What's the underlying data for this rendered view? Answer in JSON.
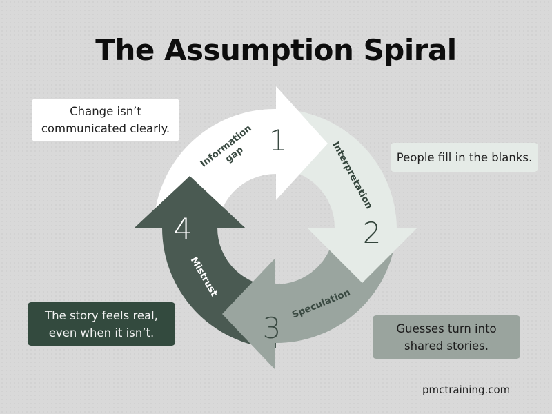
{
  "title": "The Assumption Spiral",
  "steps": [
    {
      "number": "1",
      "label_line1": "Information",
      "label_line2": "gap",
      "callout": "Change isn't communicated clearly.",
      "callout_line1": "Change isn’t",
      "callout_line2": "communicated clearly.",
      "color": "#ffffff",
      "text_color": "#3a4a42"
    },
    {
      "number": "2",
      "label_line1": "Interpretation",
      "callout": "People fill in the blanks.",
      "callout_line1": "People fill in the blanks.",
      "color": "#e5ebe7",
      "text_color": "#33443b"
    },
    {
      "number": "3",
      "label_line1": "Speculation",
      "callout": "Guesses turn into shared stories.",
      "callout_line1": "Guesses turn into",
      "callout_line2": "shared stories.",
      "color": "#9aa59f",
      "text_color": "#3a4a42"
    },
    {
      "number": "4",
      "label_line1": "Mistrust",
      "callout": "The story feels real, even when it isn't.",
      "callout_line1": "The story feels real,",
      "callout_line2": "even when it isn’t.",
      "color": "#4a5a52",
      "text_color": "#ffffff"
    }
  ],
  "footer": "pmctraining.com"
}
